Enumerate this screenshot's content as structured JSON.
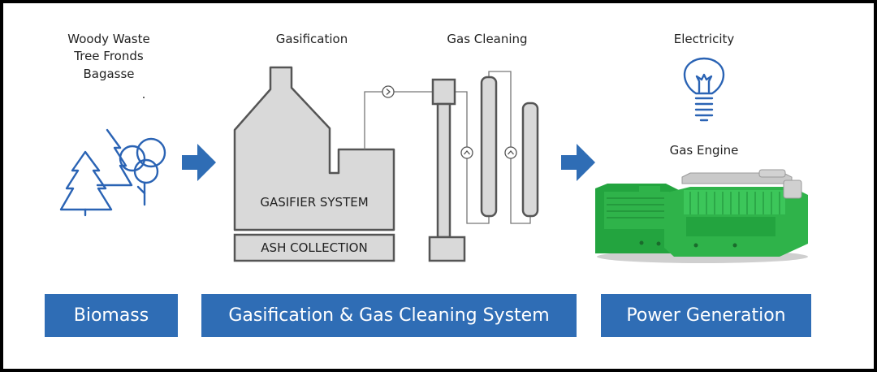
{
  "labels": {
    "biomass_sources": [
      "Woody Waste",
      "Tree Fronds",
      "Bagasse"
    ],
    "gasification": "Gasification",
    "gas_cleaning": "Gas Cleaning",
    "electricity": "Electricity",
    "gas_engine": "Gas Engine"
  },
  "units": {
    "gasifier_system": "GASIFIER SYSTEM",
    "ash_collection": "ASH COLLECTION"
  },
  "stages": {
    "biomass": "Biomass",
    "gasification_cleaning": "Gasification & Gas Cleaning System",
    "power_generation": "Power Generation"
  },
  "colors": {
    "accent_blue": "#2f6db5",
    "tree_blue": "#2a63b4",
    "gasifier_grey": "#d9d9d9",
    "outline": "#555555",
    "engine_green": "#2fb34a"
  },
  "icons": [
    "trees-icon",
    "arrow-right-icon",
    "light-bulb-icon",
    "gas-engine-icon",
    "flow-direction-icon"
  ]
}
